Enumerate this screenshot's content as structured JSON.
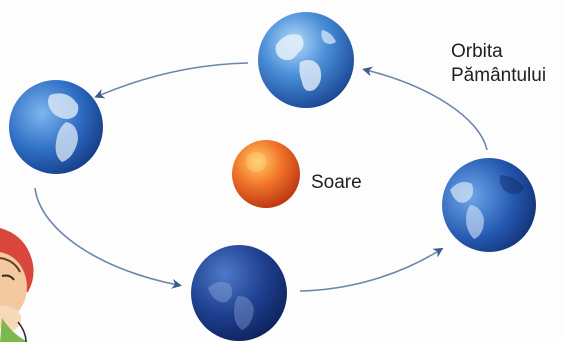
{
  "labels": {
    "orbit_line1": "Orbita",
    "orbit_line2": "Pământului",
    "sun": "Soare"
  },
  "colors": {
    "arrow": "#3c5d8c",
    "sun_light": "#ffb547",
    "sun_dark": "#c23a10",
    "earth_ocean_light": "#7fb4ea",
    "earth_ocean_dark": "#0e2a6a",
    "earth_land": "#dce9f6"
  },
  "icons": [
    "earth-icon",
    "sun-icon",
    "character-icon"
  ]
}
